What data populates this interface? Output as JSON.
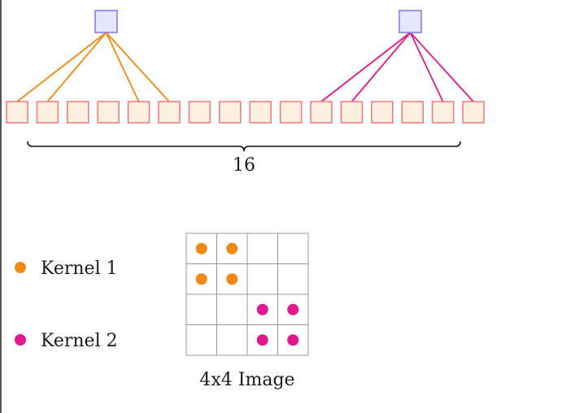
{
  "diagram": {
    "input_count_label": "16",
    "image_caption": "4x4 Image",
    "input_count": 16,
    "grid_size": 4
  },
  "legend": [
    {
      "label": "Kernel 1",
      "color": "#f08a12"
    },
    {
      "label": "Kernel 2",
      "color": "#e0188e"
    }
  ],
  "kernels": [
    {
      "output_index": 0,
      "connected_inputs": [
        0,
        1,
        4,
        5
      ],
      "cells": [
        [
          0,
          0
        ],
        [
          0,
          1
        ],
        [
          1,
          0
        ],
        [
          1,
          1
        ]
      ],
      "color": "#f08a12"
    },
    {
      "output_index": 1,
      "connected_inputs": [
        10,
        11,
        14,
        15
      ],
      "cells": [
        [
          2,
          2
        ],
        [
          2,
          3
        ],
        [
          3,
          2
        ],
        [
          3,
          3
        ]
      ],
      "color": "#e0188e"
    }
  ],
  "colors": {
    "input_fill": "#fdf0e0",
    "input_stroke": "#ee7f7f",
    "output_fill": "#e6e6ff",
    "output_stroke": "#8080ee",
    "grid_stroke": "#999999",
    "brace": "#111111"
  }
}
